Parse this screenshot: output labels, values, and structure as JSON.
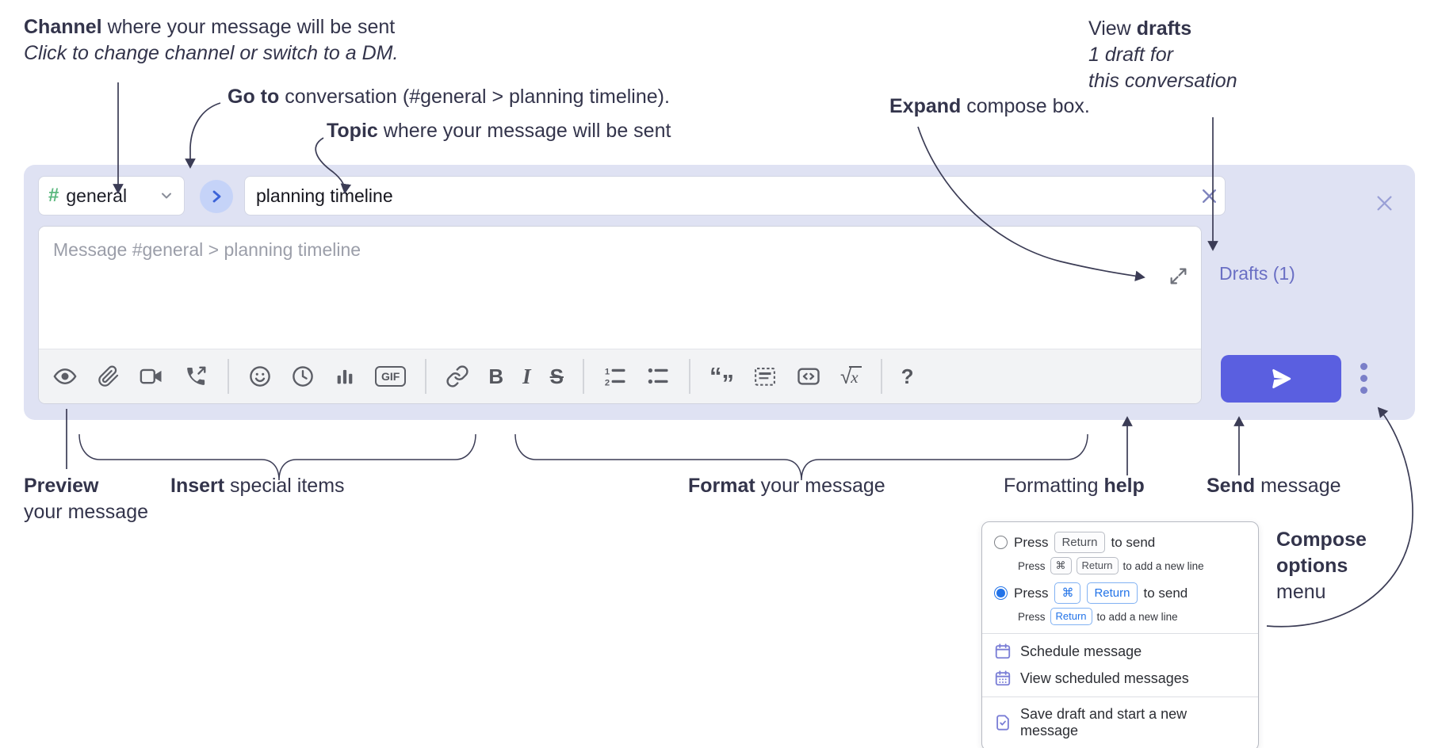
{
  "annotations": {
    "channel_line1_bold": "Channel",
    "channel_line1_rest": " where your message will be sent",
    "channel_line2": "Click to change channel or switch to a DM.",
    "goto_bold": "Go to",
    "goto_rest": " conversation (#general > planning timeline).",
    "topic_bold": "Topic",
    "topic_rest": " where your message will be sent",
    "expand_bold": "Expand",
    "expand_rest": " compose box.",
    "drafts_line1_pre": "View ",
    "drafts_line1_bold": "drafts",
    "drafts_line2": "1 draft for",
    "drafts_line3": "this conversation",
    "preview_bold": "Preview",
    "preview_line2": "your message",
    "insert_bold": "Insert",
    "insert_rest": " special items",
    "format_bold": "Format",
    "format_rest": " your message",
    "help_pre": "Formatting ",
    "help_bold": "help",
    "send_bold": "Send",
    "send_rest": " message",
    "compose_opts_line1": "Compose",
    "compose_opts_line2": "options",
    "compose_opts_line3": "menu"
  },
  "compose": {
    "channel_hash": "#",
    "channel_name": "general",
    "topic_value": "planning timeline",
    "message_placeholder": "Message #general > planning timeline",
    "drafts_link": "Drafts (1)"
  },
  "toolbar": {
    "gif": "GIF",
    "bold": "B",
    "italic": "I",
    "strike": "S",
    "quote_open": "“",
    "quote_close": "”",
    "sqrt": "√",
    "math_x": "x",
    "help": "?"
  },
  "popup": {
    "press": "Press",
    "to_send": "to send",
    "to_newline": "to add a new line",
    "key_return": "Return",
    "key_cmd": "⌘",
    "item_schedule": "Schedule message",
    "item_view_scheduled": "View scheduled messages",
    "item_save_draft": "Save draft and start a new message"
  },
  "colors": {
    "accent_send": "#5a5fe0",
    "compose_bg": "#dfe2f3",
    "link_purple": "#6a6fc4",
    "channel_green": "#5cb87f",
    "radio_blue": "#2273e8",
    "annotation_ink": "#33344b"
  }
}
